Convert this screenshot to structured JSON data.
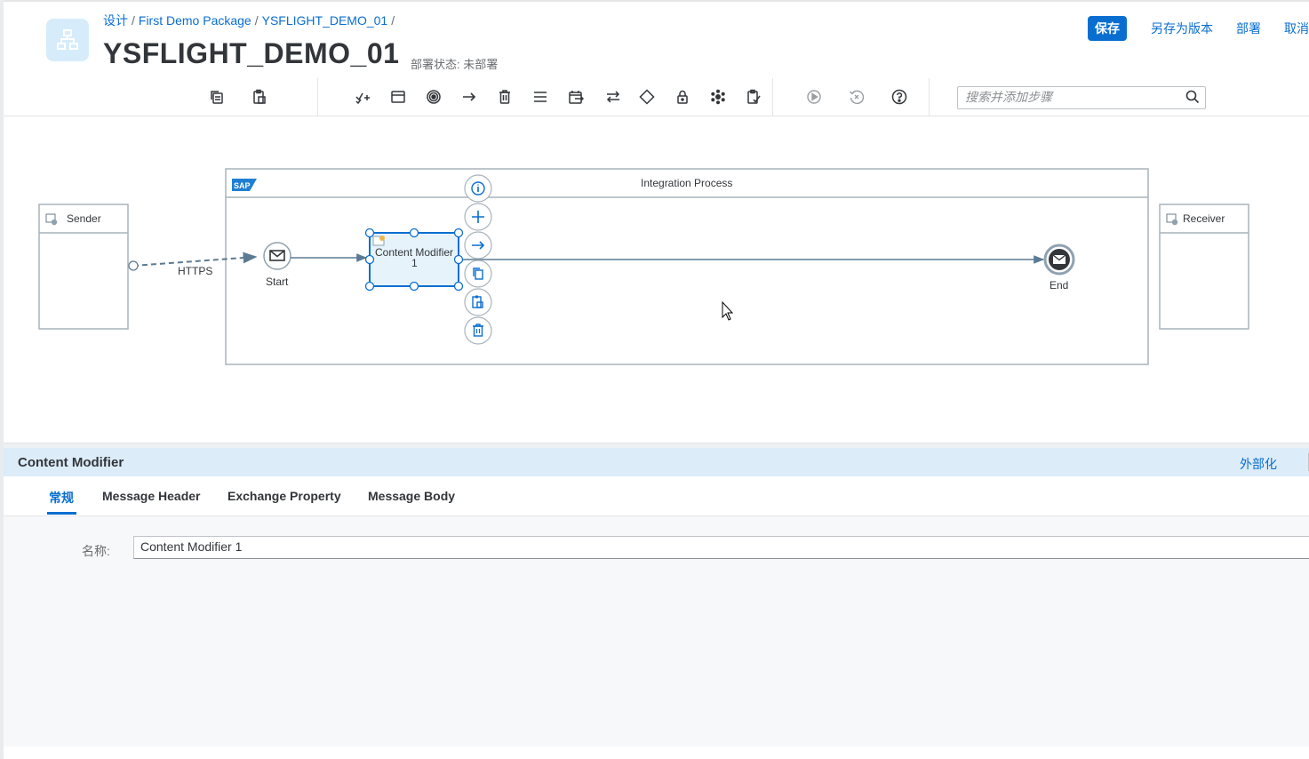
{
  "header": {
    "breadcrumb": [
      "设计",
      "First Demo Package",
      "YSFLIGHT_DEMO_01"
    ],
    "title": "YSFLIGHT_DEMO_01",
    "deploy_status": "部署状态: 未部署",
    "actions": {
      "save": "保存",
      "save_as_version": "另存为版本",
      "deploy": "部署",
      "cancel": "取消"
    }
  },
  "toolbar": {
    "search_placeholder": "搜索并添加步骤",
    "icons": [
      "copy-icon",
      "paste-icon",
      "participants-icon",
      "process-icon",
      "events-icon",
      "connector-icon",
      "delete-icon",
      "transformation-icon",
      "call-icon",
      "routing-icon",
      "mapping-icon",
      "security-icon",
      "persistence-icon",
      "validator-icon",
      "simulation-icon",
      "reset-icon",
      "help-icon"
    ]
  },
  "canvas": {
    "sender": "Sender",
    "receiver": "Receiver",
    "process_title": "Integration Process",
    "sap_logo": "SAP",
    "start": "Start",
    "end": "End",
    "channel": "HTTPS",
    "step_label_line1": "Content Modifier",
    "step_label_line2": "1",
    "context_actions": [
      "info-icon",
      "add-icon",
      "connect-icon",
      "copy-icon",
      "paste-icon",
      "delete-icon"
    ]
  },
  "properties": {
    "title": "Content Modifier",
    "externalize": "外部化",
    "tabs": [
      "常规",
      "Message Header",
      "Exchange Property",
      "Message Body"
    ],
    "active_tab": "常规",
    "name_label": "名称:",
    "name_value": "Content Modifier 1"
  },
  "colors": {
    "accent": "#0a6ed1",
    "panel_header": "#dcecf8",
    "canvas_line": "#5b7a93"
  }
}
